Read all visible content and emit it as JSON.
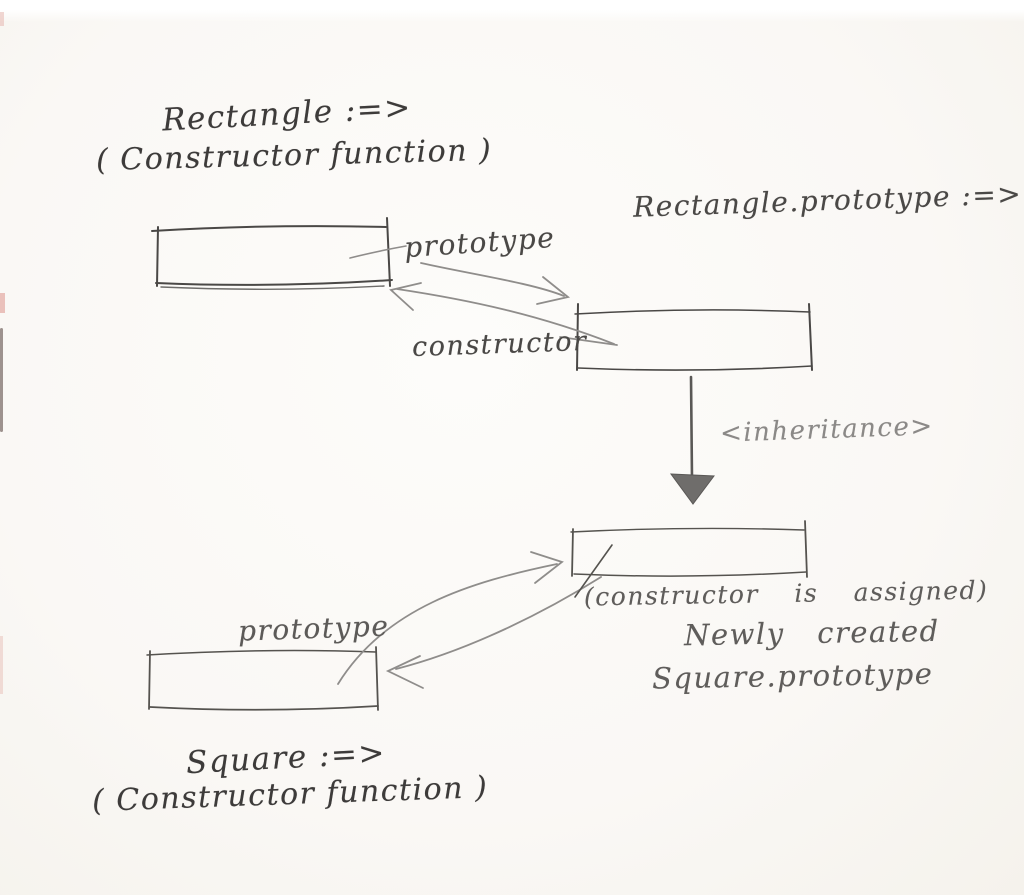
{
  "canvas": {
    "paper_color": "#faf8f5",
    "ink_color": "#3d3b3a",
    "pencil_color": "#8b8987",
    "inheritance_arrow_fill": "#6f6d6b"
  },
  "labels": {
    "rectangle_title": "Rectangle :=>",
    "rectangle_subtitle": "( Constructor function )",
    "rectangle_prototype_title": "Rectangle.prototype :=>",
    "prototype_top": "prototype",
    "constructor_top": "constructor",
    "inheritance": "<inheritance>",
    "constructor_assigned": "(constructor is assigned)",
    "newly_created": "Newly created",
    "square_prototype": "Square.prototype",
    "prototype_bottom": "prototype",
    "square_title": "Square :=>",
    "square_subtitle": "( Constructor function )"
  }
}
